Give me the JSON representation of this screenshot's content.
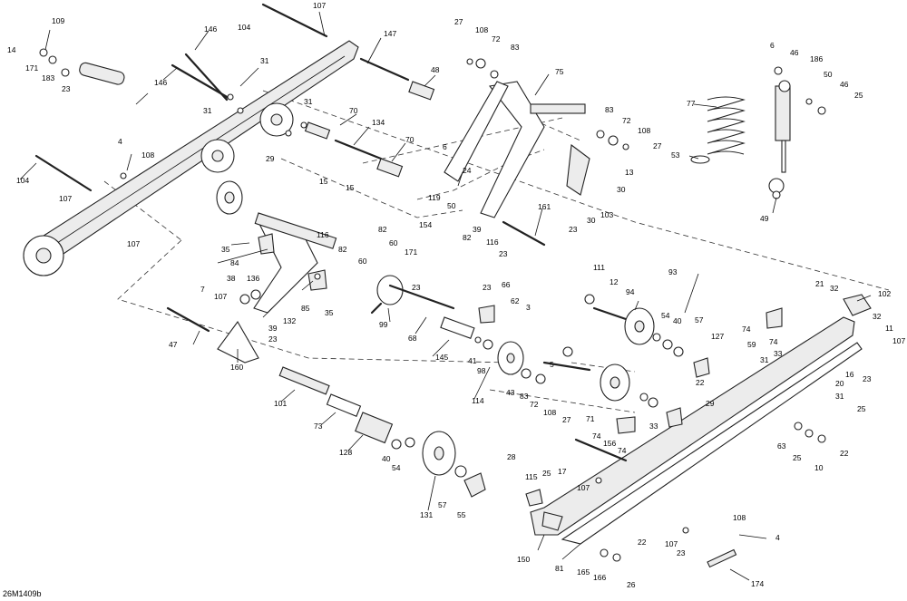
{
  "diagram_id": "26M1409b",
  "callouts": [
    {
      "id": "c-109a",
      "label": "109"
    },
    {
      "id": "c-14",
      "label": "14"
    },
    {
      "id": "c-171a",
      "label": "171"
    },
    {
      "id": "c-183",
      "label": "183"
    },
    {
      "id": "c-23a",
      "label": "23"
    },
    {
      "id": "c-104a",
      "label": "104"
    },
    {
      "id": "c-107a",
      "label": "107"
    },
    {
      "id": "c-146a",
      "label": "146"
    },
    {
      "id": "c-146b",
      "label": "146"
    },
    {
      "id": "c-31a",
      "label": "31"
    },
    {
      "id": "c-31b",
      "label": "31"
    },
    {
      "id": "c-147",
      "label": "147"
    },
    {
      "id": "c-48",
      "label": "48"
    },
    {
      "id": "c-31c",
      "label": "31"
    },
    {
      "id": "c-70a",
      "label": "70"
    },
    {
      "id": "c-134",
      "label": "134"
    },
    {
      "id": "c-70b",
      "label": "70"
    },
    {
      "id": "c-29a",
      "label": "29"
    },
    {
      "id": "c-4a",
      "label": "4"
    },
    {
      "id": "c-108a",
      "label": "108"
    },
    {
      "id": "c-104b",
      "label": "104"
    },
    {
      "id": "c-107b",
      "label": "107"
    },
    {
      "id": "c-107c",
      "label": "107"
    },
    {
      "id": "c-27a",
      "label": "27"
    },
    {
      "id": "c-108b",
      "label": "108"
    },
    {
      "id": "c-72a",
      "label": "72"
    },
    {
      "id": "c-83a",
      "label": "83"
    },
    {
      "id": "c-75",
      "label": "75"
    },
    {
      "id": "c-6a",
      "label": "6"
    },
    {
      "id": "c-24",
      "label": "24"
    },
    {
      "id": "c-119",
      "label": "119"
    },
    {
      "id": "c-50a",
      "label": "50"
    },
    {
      "id": "c-83b",
      "label": "83"
    },
    {
      "id": "c-72b",
      "label": "72"
    },
    {
      "id": "c-108c",
      "label": "108"
    },
    {
      "id": "c-27b",
      "label": "27"
    },
    {
      "id": "c-13",
      "label": "13"
    },
    {
      "id": "c-30a",
      "label": "30"
    },
    {
      "id": "c-30b",
      "label": "30"
    },
    {
      "id": "c-103",
      "label": "103"
    },
    {
      "id": "c-23b",
      "label": "23"
    },
    {
      "id": "c-161",
      "label": "161"
    },
    {
      "id": "c-39a",
      "label": "39"
    },
    {
      "id": "c-6b",
      "label": "6"
    },
    {
      "id": "c-46a",
      "label": "46"
    },
    {
      "id": "c-186",
      "label": "186"
    },
    {
      "id": "c-50b",
      "label": "50"
    },
    {
      "id": "c-46b",
      "label": "46"
    },
    {
      "id": "c-25a",
      "label": "25"
    },
    {
      "id": "c-77",
      "label": "77"
    },
    {
      "id": "c-53",
      "label": "53"
    },
    {
      "id": "c-49",
      "label": "49"
    },
    {
      "id": "c-15a",
      "label": "15"
    },
    {
      "id": "c-15b",
      "label": "15"
    },
    {
      "id": "c-116a",
      "label": "116"
    },
    {
      "id": "c-82a",
      "label": "82"
    },
    {
      "id": "c-154",
      "label": "154"
    },
    {
      "id": "c-82b",
      "label": "82"
    },
    {
      "id": "c-82c",
      "label": "82"
    },
    {
      "id": "c-60a",
      "label": "60"
    },
    {
      "id": "c-60b",
      "label": "60"
    },
    {
      "id": "c-171b",
      "label": "171"
    },
    {
      "id": "c-116b",
      "label": "116"
    },
    {
      "id": "c-23c",
      "label": "23"
    },
    {
      "id": "c-35a",
      "label": "35"
    },
    {
      "id": "c-84",
      "label": "84"
    },
    {
      "id": "c-38",
      "label": "38"
    },
    {
      "id": "c-136",
      "label": "136"
    },
    {
      "id": "c-7",
      "label": "7"
    },
    {
      "id": "c-107d",
      "label": "107"
    },
    {
      "id": "c-132",
      "label": "132"
    },
    {
      "id": "c-85",
      "label": "85"
    },
    {
      "id": "c-35b",
      "label": "35"
    },
    {
      "id": "c-23d",
      "label": "23"
    },
    {
      "id": "c-99",
      "label": "99"
    },
    {
      "id": "c-23e",
      "label": "23"
    },
    {
      "id": "c-66",
      "label": "66"
    },
    {
      "id": "c-62",
      "label": "62"
    },
    {
      "id": "c-3",
      "label": "3"
    },
    {
      "id": "c-68",
      "label": "68"
    },
    {
      "id": "c-39b",
      "label": "39"
    },
    {
      "id": "c-23f",
      "label": "23"
    },
    {
      "id": "c-47",
      "label": "47"
    },
    {
      "id": "c-160",
      "label": "160"
    },
    {
      "id": "c-111",
      "label": "111"
    },
    {
      "id": "c-12",
      "label": "12"
    },
    {
      "id": "c-94",
      "label": "94"
    },
    {
      "id": "c-93",
      "label": "93"
    },
    {
      "id": "c-54a",
      "label": "54"
    },
    {
      "id": "c-40a",
      "label": "40"
    },
    {
      "id": "c-57a",
      "label": "57"
    },
    {
      "id": "c-127",
      "label": "127"
    },
    {
      "id": "c-74a",
      "label": "74"
    },
    {
      "id": "c-59",
      "label": "59"
    },
    {
      "id": "c-74b",
      "label": "74"
    },
    {
      "id": "c-21",
      "label": "21"
    },
    {
      "id": "c-32a",
      "label": "32"
    },
    {
      "id": "c-102",
      "label": "102"
    },
    {
      "id": "c-32b",
      "label": "32"
    },
    {
      "id": "c-11",
      "label": "11"
    },
    {
      "id": "c-107e",
      "label": "107"
    },
    {
      "id": "c-33a",
      "label": "33"
    },
    {
      "id": "c-16",
      "label": "16"
    },
    {
      "id": "c-20",
      "label": "20"
    },
    {
      "id": "c-23g",
      "label": "23"
    },
    {
      "id": "c-31d",
      "label": "31"
    },
    {
      "id": "c-22a",
      "label": "22"
    },
    {
      "id": "c-29b",
      "label": "29"
    },
    {
      "id": "c-145",
      "label": "145"
    },
    {
      "id": "c-41",
      "label": "41"
    },
    {
      "id": "c-98",
      "label": "98"
    },
    {
      "id": "c-5",
      "label": "5"
    },
    {
      "id": "c-43",
      "label": "43"
    },
    {
      "id": "c-83c",
      "label": "83"
    },
    {
      "id": "c-72c",
      "label": "72"
    },
    {
      "id": "c-108d",
      "label": "108"
    },
    {
      "id": "c-27c",
      "label": "27"
    },
    {
      "id": "c-114",
      "label": "114"
    },
    {
      "id": "c-101",
      "label": "101"
    },
    {
      "id": "c-73",
      "label": "73"
    },
    {
      "id": "c-128",
      "label": "128"
    },
    {
      "id": "c-40b",
      "label": "40"
    },
    {
      "id": "c-54b",
      "label": "54"
    },
    {
      "id": "c-131",
      "label": "131"
    },
    {
      "id": "c-57b",
      "label": "57"
    },
    {
      "id": "c-55",
      "label": "55"
    },
    {
      "id": "c-28",
      "label": "28"
    },
    {
      "id": "c-115",
      "label": "115"
    },
    {
      "id": "c-25b",
      "label": "25"
    },
    {
      "id": "c-17",
      "label": "17"
    },
    {
      "id": "c-71",
      "label": "71"
    },
    {
      "id": "c-74c",
      "label": "74"
    },
    {
      "id": "c-156",
      "label": "156"
    },
    {
      "id": "c-74d",
      "label": "74"
    },
    {
      "id": "c-33b",
      "label": "33"
    },
    {
      "id": "c-31e",
      "label": "31"
    },
    {
      "id": "c-25c",
      "label": "25"
    },
    {
      "id": "c-63",
      "label": "63"
    },
    {
      "id": "c-25d",
      "label": "25"
    },
    {
      "id": "c-22b",
      "label": "22"
    },
    {
      "id": "c-10",
      "label": "10"
    },
    {
      "id": "c-107f",
      "label": "107"
    },
    {
      "id": "c-150",
      "label": "150"
    },
    {
      "id": "c-81",
      "label": "81"
    },
    {
      "id": "c-108e",
      "label": "108"
    },
    {
      "id": "c-4b",
      "label": "4"
    },
    {
      "id": "c-107g",
      "label": "107"
    },
    {
      "id": "c-23h",
      "label": "23"
    },
    {
      "id": "c-22c",
      "label": "22"
    },
    {
      "id": "c-165",
      "label": "165"
    },
    {
      "id": "c-166",
      "label": "166"
    },
    {
      "id": "c-26",
      "label": "26"
    },
    {
      "id": "c-174",
      "label": "174"
    }
  ]
}
